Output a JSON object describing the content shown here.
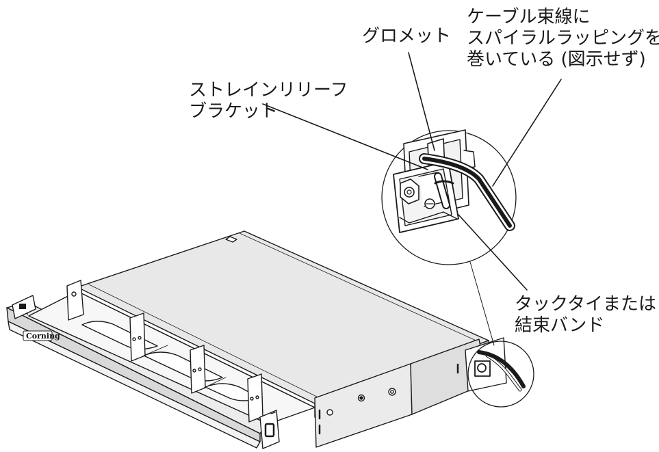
{
  "labels": {
    "grommet": "グロメット",
    "cable_wrap": [
      "ケーブル束線に",
      "スパイラルラッピングを",
      "巻いている (図示せず)"
    ],
    "strain_relief": [
      "ストレインリリーフ",
      "ブラケット"
    ],
    "tie_band": [
      "タックタイまたは",
      "結束バンド"
    ]
  },
  "brand_mark": "Corning",
  "colors": {
    "line": "#1a1a1a",
    "panel_top": "#e6e6e6",
    "panel_side": "#d2d2d2",
    "background": "#ffffff"
  }
}
